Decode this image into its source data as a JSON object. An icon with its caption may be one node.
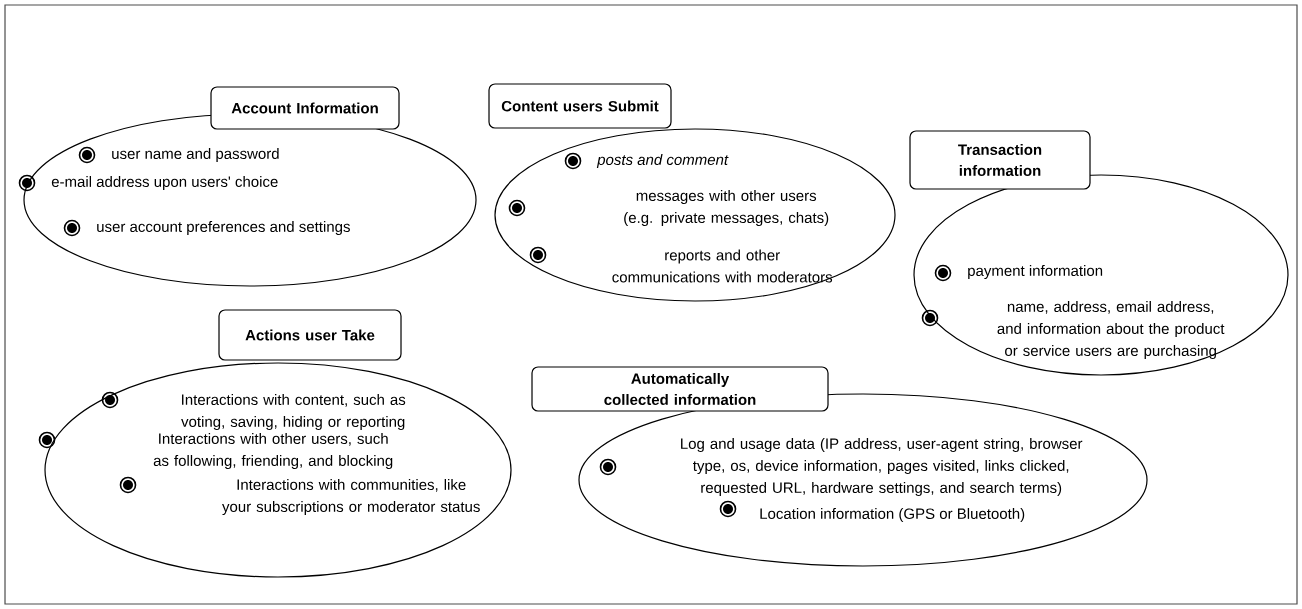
{
  "diagram": {
    "nodes": [
      {
        "text": [
          "Account Information"
        ]
      },
      {
        "text": [
          "user name and password",
          "e-mail address upon users' choice",
          "user account preferences and settings"
        ]
      },
      {
        "text": [
          "Content users Submit"
        ]
      },
      {
        "text": [
          "*posts and comment*",
          "messages with other users (e.g. private messages, chats)",
          "reports and other communications with moderators"
        ]
      },
      {
        "text": [
          "Transaction information"
        ]
      },
      {
        "text": [
          "payment information",
          "name, address, email address, and information about the product or service users are purchasing"
        ]
      },
      {
        "text": [
          "Actions user Take"
        ]
      },
      {
        "text": [
          "Interactions with content, such as voting, saving, hiding or reporting",
          "Interactions with other users, such as following, friending, and blocking",
          "Interactions with communities, like your subscriptions or moderator status"
        ]
      },
      {
        "text": [
          "Automatically collected information"
        ]
      },
      {
        "text": [
          "Log and usage data (IP address, user-agent string, browser type, os, device information, pages visited, links clicked, requested URL, hardware settings, and search terms)",
          "Location information (GPS or Bluetooth)"
        ]
      }
    ]
  }
}
